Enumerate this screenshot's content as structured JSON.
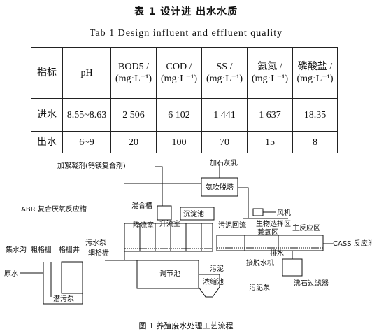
{
  "table": {
    "caption_cn": "表 1 设计进 出水水质",
    "caption_en": "Tab 1 Design influent and effluent quality",
    "headers": [
      "指标",
      "pH",
      "BOD5 / (mg·L⁻¹)",
      "COD / (mg·L⁻¹)",
      "SS / (mg·L⁻¹)",
      "氨氮 / (mg·L⁻¹)",
      "磷酸盐 / (mg·L⁻¹)"
    ],
    "rows": [
      [
        "进水",
        "8.55~8.63",
        "2 506",
        "6 102",
        "1 441",
        "1 637",
        "18.35"
      ],
      [
        "出水",
        "6~9",
        "20",
        "100",
        "70",
        "15",
        "8"
      ]
    ]
  },
  "diagram": {
    "labels": {
      "flocculant": "加絮凝剂(钙镁复合剂)",
      "lime": "加石灰乳",
      "stripping": "氨吹脱塔",
      "abr": "ABR 复合厌氧反应槽",
      "mixing": "混合槽",
      "fan": "风机",
      "downflow": "降流室",
      "upflow": "升流室",
      "settling": "沉淀池",
      "sludge_return": "污泥回流",
      "bio_select": "生物选择区",
      "anoxic": "兼氧区",
      "main_reaction": "主反应区",
      "cass": "CASS 反应池",
      "drain": "排水",
      "dewater": "接脱水机",
      "zeolite": "沸石过滤器",
      "collector": "集水沟",
      "coarse": "粗格栅",
      "screen_well": "格栅井",
      "sewage_pump": "污水泵",
      "fine": "细格栅",
      "raw": "原水",
      "equalization": "调节池",
      "sludge": "污泥",
      "thickener": "浓缩池",
      "sludge_pump": "污泥泵",
      "sump_pump": "潜污泵"
    },
    "caption": "图 1 养殖废水处理工艺流程"
  }
}
